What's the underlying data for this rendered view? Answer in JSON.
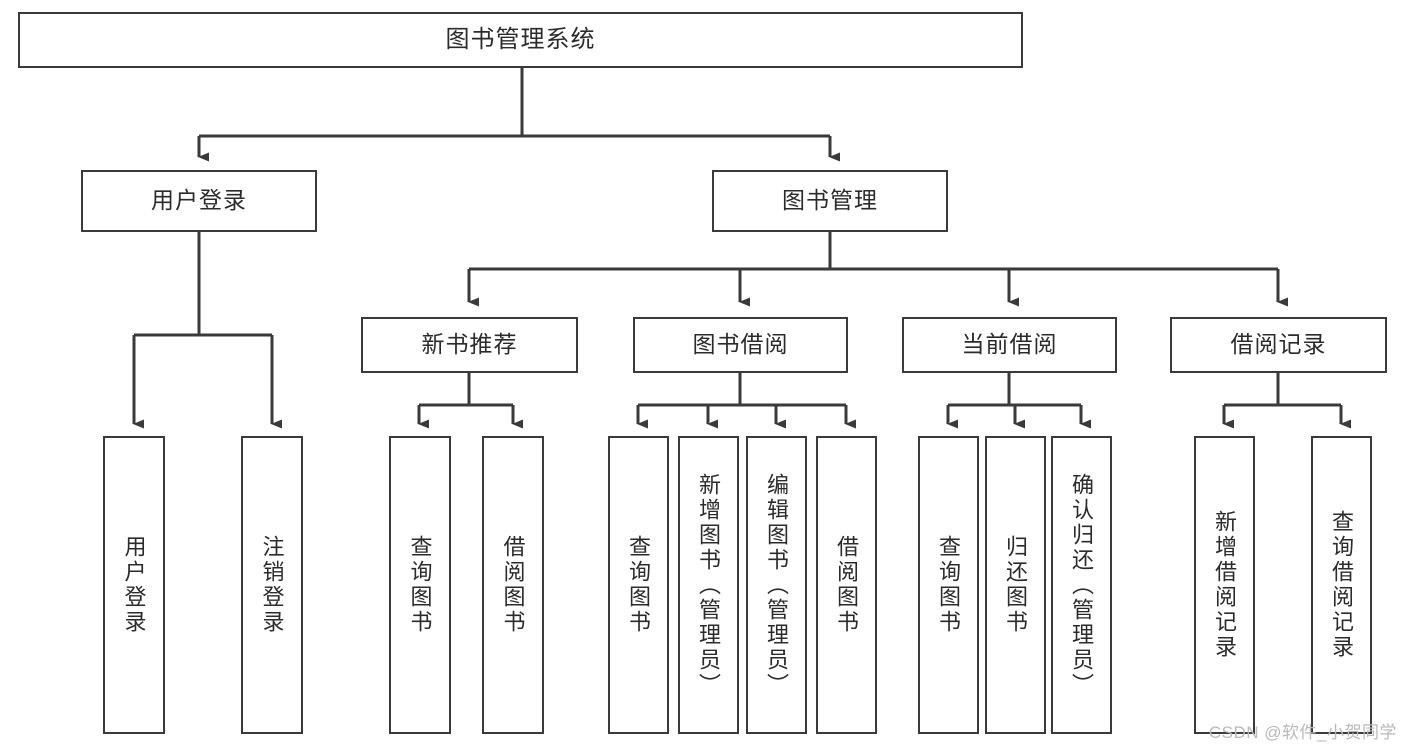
{
  "diagram": {
    "title": "图书管理系统",
    "type": "tree",
    "background_color": "#ffffff",
    "line_color": "#3a3a3a",
    "text_color": "#2b2b2b",
    "watermark": "CSDN @软件_小贺同学",
    "nodes": {
      "root": {
        "label": "图书管理系统",
        "level": 1
      },
      "login": {
        "label": "用户登录",
        "level": 2
      },
      "book_manage": {
        "label": "图书管理",
        "level": 2
      },
      "new_book_rec": {
        "label": "新书推荐",
        "level": 3
      },
      "book_borrow": {
        "label": "图书借阅",
        "level": 3
      },
      "current_borrow": {
        "label": "当前借阅",
        "level": 3
      },
      "borrow_record": {
        "label": "借阅记录",
        "level": 3
      },
      "leaf_user_login": {
        "label": "用户登录",
        "level": 3
      },
      "leaf_user_logout": {
        "label": "注销登录",
        "level": 3
      },
      "leaf_query_book_1": {
        "label": "查询图书",
        "level": 4
      },
      "leaf_borrow_book_1": {
        "label": "借阅图书",
        "level": 4
      },
      "leaf_query_book_2": {
        "label": "查询图书",
        "level": 4
      },
      "leaf_add_book": {
        "label": "新增图书（管理员）",
        "level": 4
      },
      "leaf_edit_book": {
        "label": "编辑图书（管理员）",
        "level": 4
      },
      "leaf_borrow_book_2": {
        "label": "借阅图书",
        "level": 4
      },
      "leaf_query_book_3": {
        "label": "查询图书",
        "level": 4
      },
      "leaf_return_book": {
        "label": "归还图书",
        "level": 4
      },
      "leaf_confirm_return": {
        "label": "确认归还（管理员）",
        "level": 4
      },
      "leaf_add_record": {
        "label": "新增借阅记录",
        "level": 4
      },
      "leaf_query_record": {
        "label": "查询借阅记录",
        "level": 4
      }
    }
  }
}
